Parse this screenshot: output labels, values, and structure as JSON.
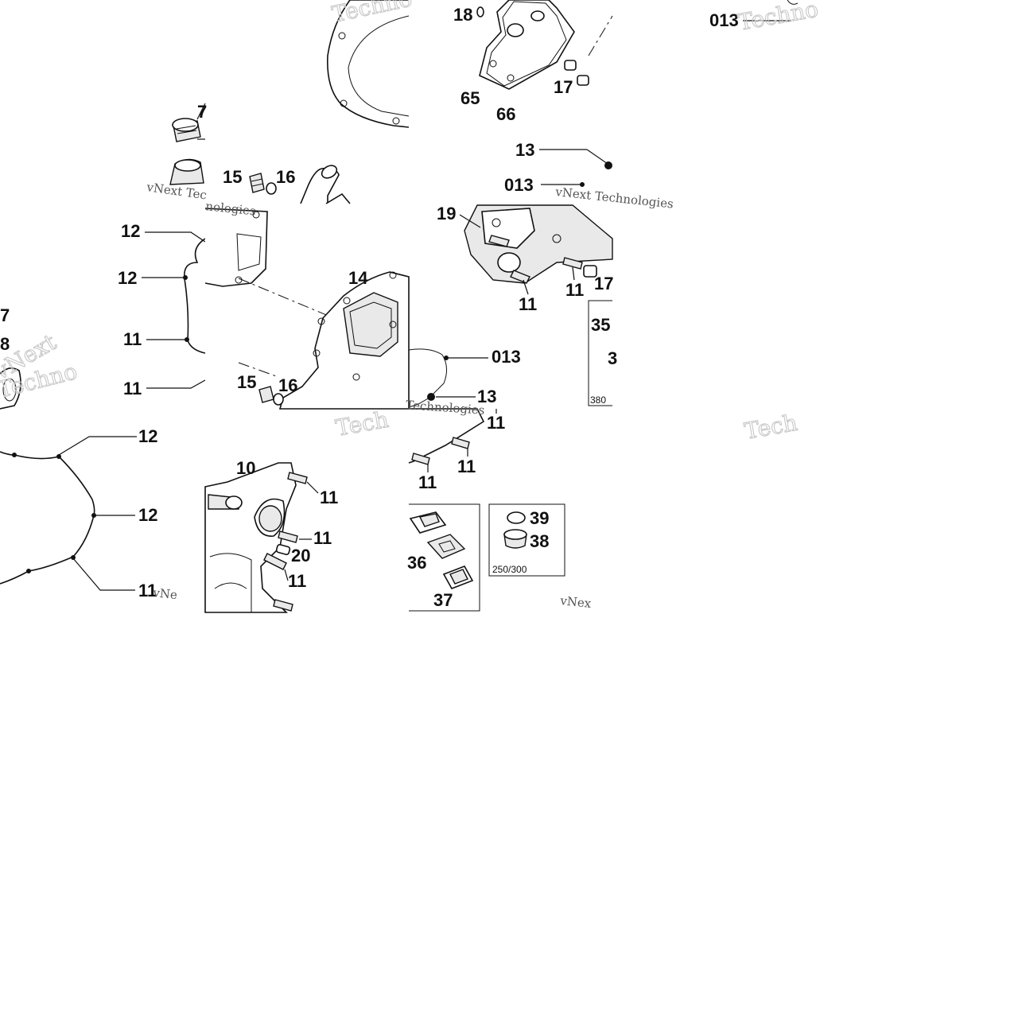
{
  "diagram": {
    "callouts": {
      "t1_18": "18",
      "t1_65": "65",
      "t1_66": "66",
      "t1_17": "17",
      "t2_013": "013",
      "t3_7": "7",
      "t3_15": "15",
      "t3_16": "16",
      "t4_13": "13",
      "t4_013": "013",
      "t5_12a": "12",
      "t5_12b": "12",
      "t5_11a": "11",
      "t5_11b": "11",
      "t5_7": "7",
      "t5_8": "8",
      "t6_14": "14",
      "t6_15": "15",
      "t6_16": "16",
      "t7_19": "19",
      "t7_11a": "11",
      "t7_11b": "11",
      "t7_17": "17",
      "t7_35": "35",
      "t7_3x": "3",
      "t8_013": "013",
      "t8_13": "13",
      "t8_11a": "11",
      "t8_11b": "11",
      "t8_11c": "11",
      "t8_36": "36",
      "t8_37": "37",
      "t8_39": "39",
      "t8_38": "38",
      "t9_12a": "12",
      "t9_12b": "12",
      "t9_11": "11",
      "t10_10": "10",
      "t10_11a": "11",
      "t10_11b": "11",
      "t10_20": "20",
      "t10_11c": "11"
    },
    "box_labels": {
      "box_380": "380",
      "box_250_300": "250/300"
    },
    "watermarks": {
      "w1": "Techno",
      "w2": "Techno",
      "w3": "vNext Tec",
      "w4": "vNext Technologies",
      "w5": "Tech",
      "w6": "Tech",
      "w7": "Techno",
      "w8": "vNext",
      "w9": "Technologies",
      "w10": "vNe",
      "w11": "vNex",
      "w12": "nologies"
    }
  }
}
